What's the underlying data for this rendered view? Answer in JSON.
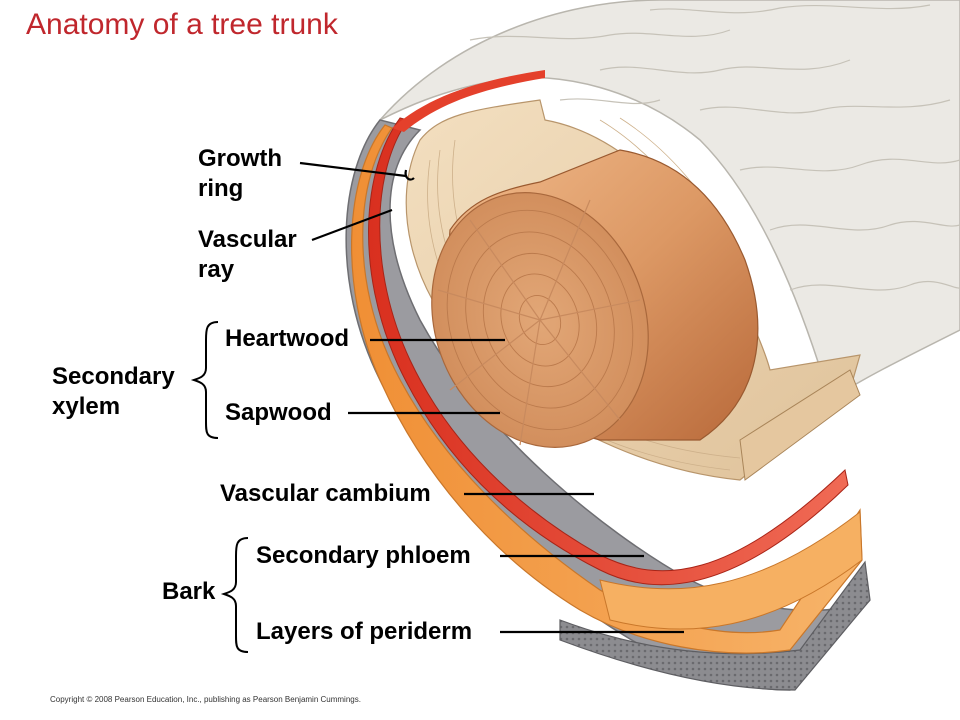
{
  "title": "Anatomy of a tree trunk",
  "labels": {
    "growth_ring": "Growth\nring",
    "vascular_ray": "Vascular\nray",
    "heartwood": "Heartwood",
    "sapwood": "Sapwood",
    "secondary_xylem": "Secondary\nxylem",
    "vascular_cambium": "Vascular cambium",
    "secondary_phloem": "Secondary phloem",
    "layers_of_periderm": "Layers of periderm",
    "bark": "Bark"
  },
  "copyright": "Copyright © 2008 Pearson Education, Inc., publishing as Pearson Benjamin Cummings.",
  "colors": {
    "title": "#c0272d",
    "bark_surface": "#e9e7e2",
    "periderm": "#8f8f93",
    "phloem": "#f3a24b",
    "cambium": "#e4402b",
    "sapwood": "#ecd2ad",
    "heartwood": "#d8935f"
  }
}
